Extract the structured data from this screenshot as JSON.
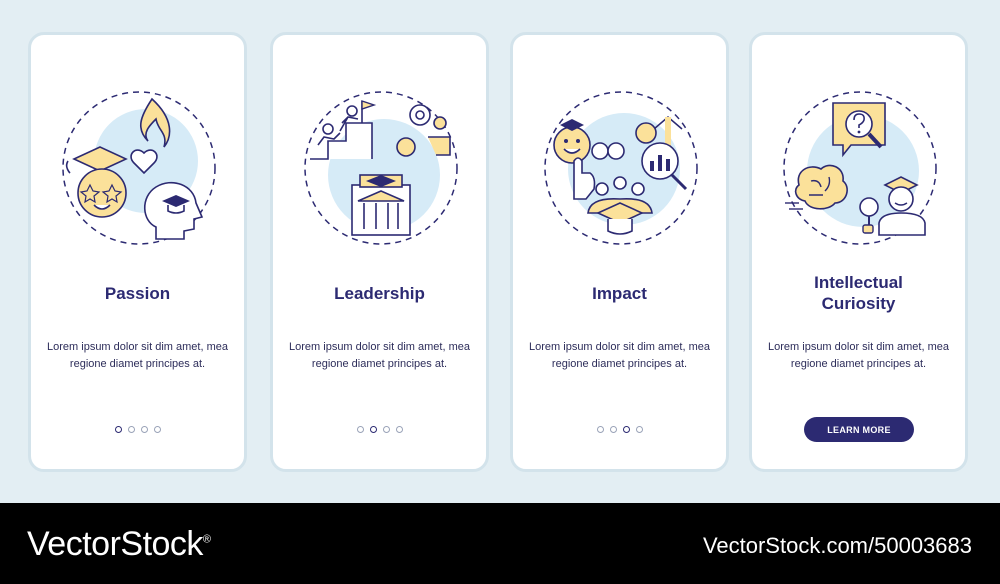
{
  "cards": [
    {
      "title": "Passion",
      "description": "Lorem ipsum dolor sit dim amet, mea regione diamet principes at.",
      "icon": "passion-illustration",
      "active_step": 1
    },
    {
      "title": "Leadership",
      "description": "Lorem ipsum dolor sit dim amet, mea regione diamet principes at.",
      "icon": "leadership-illustration",
      "active_step": 2
    },
    {
      "title": "Impact",
      "description": "Lorem ipsum dolor sit dim amet, mea regione diamet principes at.",
      "icon": "impact-illustration",
      "active_step": 3
    },
    {
      "title": "Intellectual Curiosity",
      "description": "Lorem ipsum dolor sit dim amet, mea regione diamet principes at.",
      "icon": "curiosity-illustration",
      "button_label": "LEARN MORE"
    }
  ],
  "footer": {
    "brand": "VectorStock",
    "registered_mark": "®",
    "image_id": "VectorStock.com/50003683"
  },
  "colors": {
    "background": "#e3eef3",
    "accent": "#2c2a72",
    "illustration_blue": "#d6ebf7",
    "illustration_yellow": "#fbe19a",
    "illustration_stroke": "#2c2a72"
  }
}
